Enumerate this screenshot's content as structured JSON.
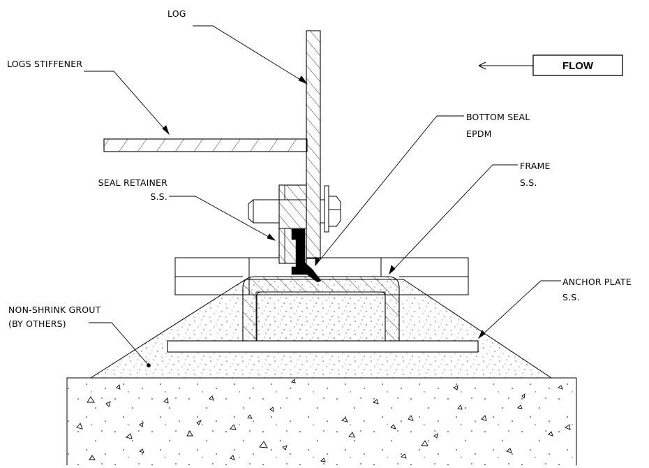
{
  "labels": {
    "log": "LOG",
    "logs_stiffener": "LOGS STIFFENER",
    "flow": "FLOW",
    "bottom_seal_line1": "BOTTOM SEAL",
    "bottom_seal_line2": "EPDM",
    "frame_line1": "FRAME",
    "frame_line2": "S.S.",
    "seal_retainer_line1": "SEAL RETAINER",
    "seal_retainer_line2": "S.S.",
    "anchor_plate_line1": "ANCHOR PLATE",
    "anchor_plate_line2": "S.S.",
    "grout_line1": "NON-SHRINK GROUT",
    "grout_line2": "(BY OTHERS)"
  },
  "colors": {
    "line": "#000000",
    "background": "#ffffff",
    "seal": "#000000"
  }
}
